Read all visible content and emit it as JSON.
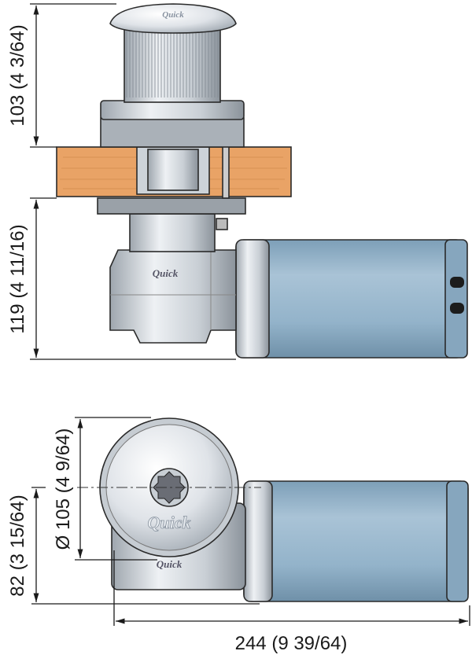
{
  "drawing": {
    "brand_logo": "Quick",
    "dimensions": {
      "top_height": "103 (4 3/64)",
      "below_deck_height": "119 (4 11/16)",
      "drum_diameter": "Ø 105 (4 9/64)",
      "center_offset": "82 (3 15/64)",
      "overall_length": "244 (9 39/64)"
    },
    "colors": {
      "deck_wood": "#E9A366",
      "motor_blue": "#93B3CA",
      "metal": "#D6DADF",
      "outline": "#2a2a2a"
    }
  }
}
